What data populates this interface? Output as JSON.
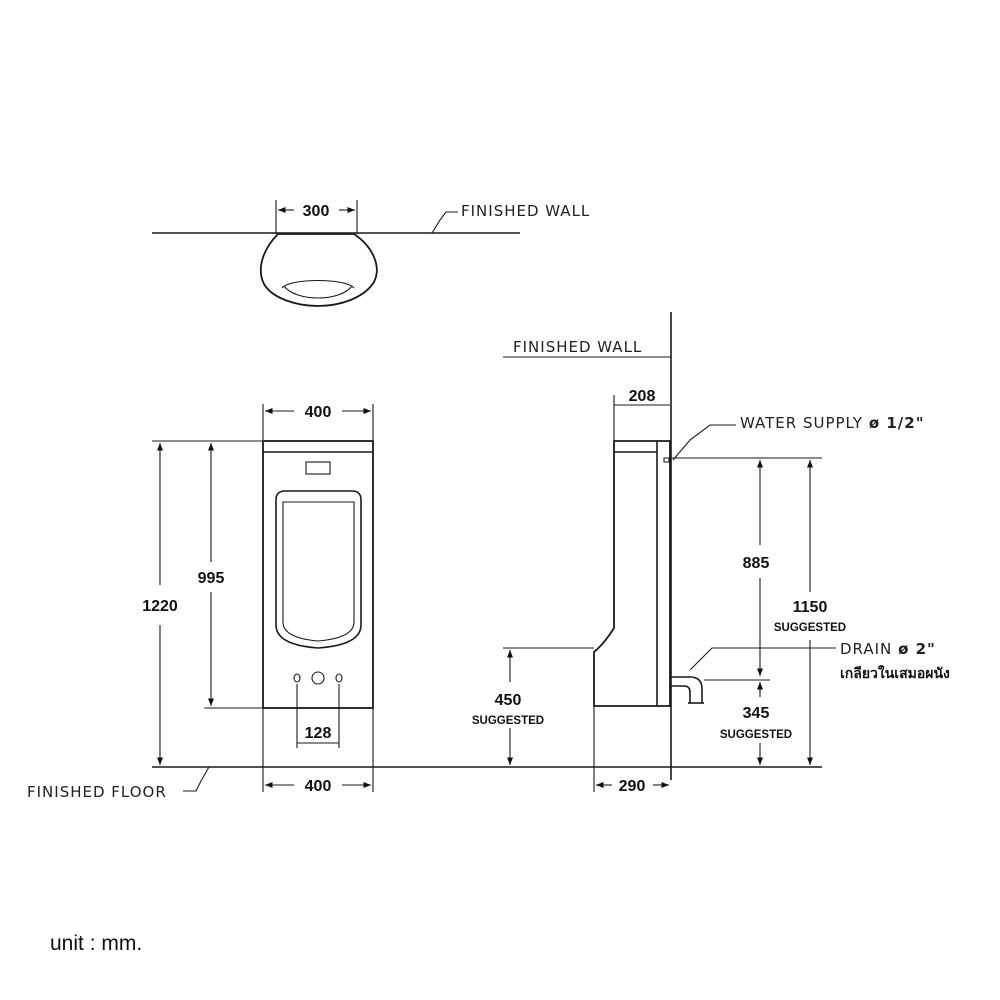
{
  "top_view": {
    "width_dim": "300",
    "finished_wall_label": "FINISHED WALL"
  },
  "front_view": {
    "top_width_dim": "400",
    "bottom_width_dim": "400",
    "height_total_dim": "1220",
    "height_bowl_dim": "995",
    "drain_spacing_dim": "128"
  },
  "side_view": {
    "finished_wall_label": "FINISHED WALL",
    "depth_top_dim": "208",
    "depth_bottom_dim": "290",
    "water_supply_label": "WATER  SUPPLY",
    "water_supply_size": "ø 1/2\"",
    "dim_885": "885",
    "dim_1150": "1150",
    "dim_1150_note": "SUGGESTED",
    "drain_label": "DRAIN",
    "drain_size": "ø 2\"",
    "drain_thai": "เกลียวในเสมอผนัง",
    "dim_450": "450",
    "dim_450_note": "SUGGESTED",
    "dim_345": "345",
    "dim_345_note": "SUGGESTED"
  },
  "finished_floor_label": "FINISHED  FLOOR",
  "unit_note": "unit : mm."
}
